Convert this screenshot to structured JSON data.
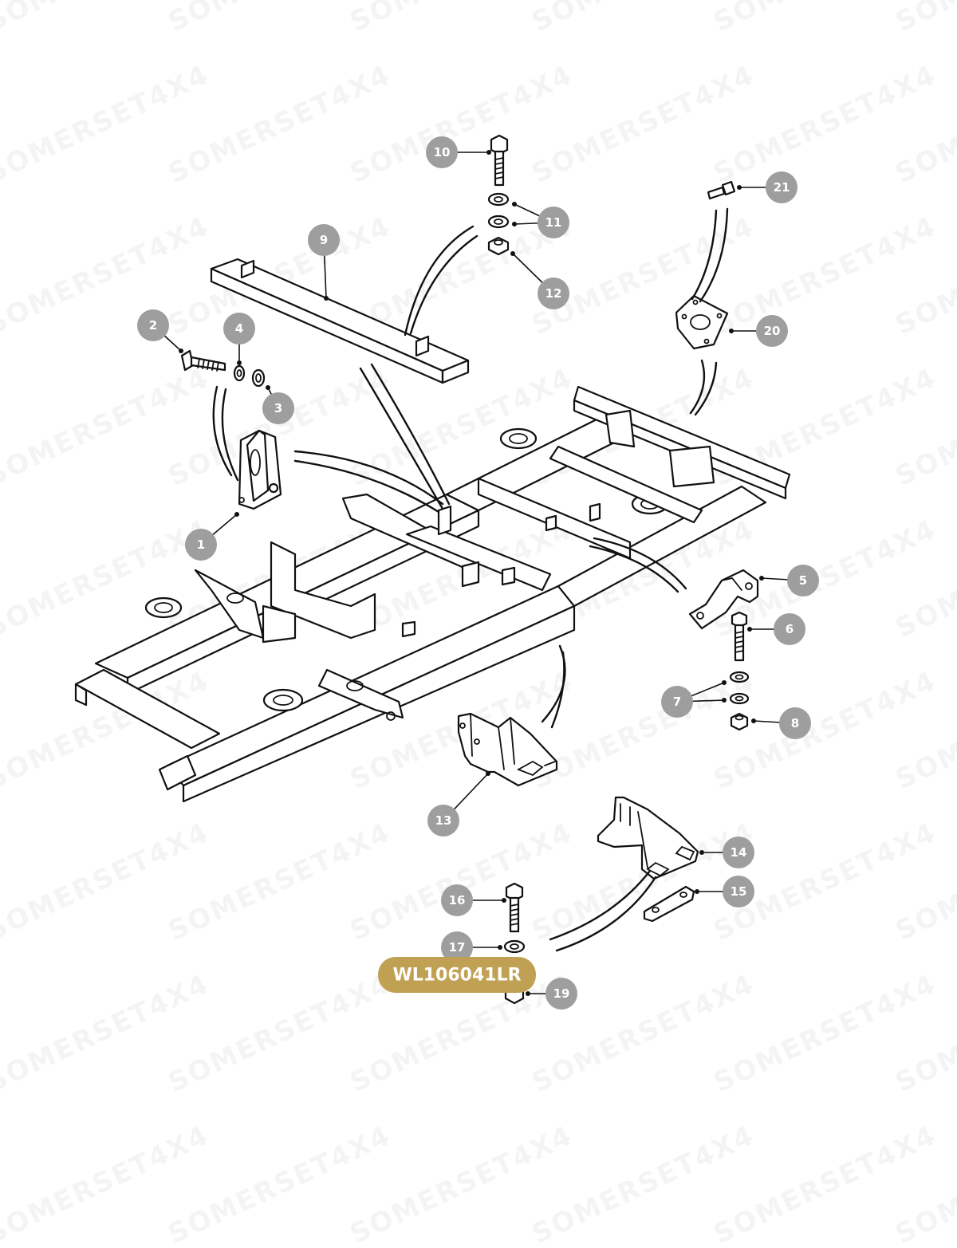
{
  "watermark": "SOMERSET4X4",
  "reference_code": "WL106041LR",
  "colors": {
    "badge": "#9e9e9e",
    "badge_text": "#ffffff",
    "reference_badge": "#c0a052",
    "line_art": "#111111"
  },
  "callouts": [
    "1",
    "2",
    "3",
    "4",
    "5",
    "6",
    "7",
    "8",
    "9",
    "10",
    "11",
    "12",
    "13",
    "14",
    "15",
    "16",
    "17",
    "19",
    "20",
    "21"
  ]
}
